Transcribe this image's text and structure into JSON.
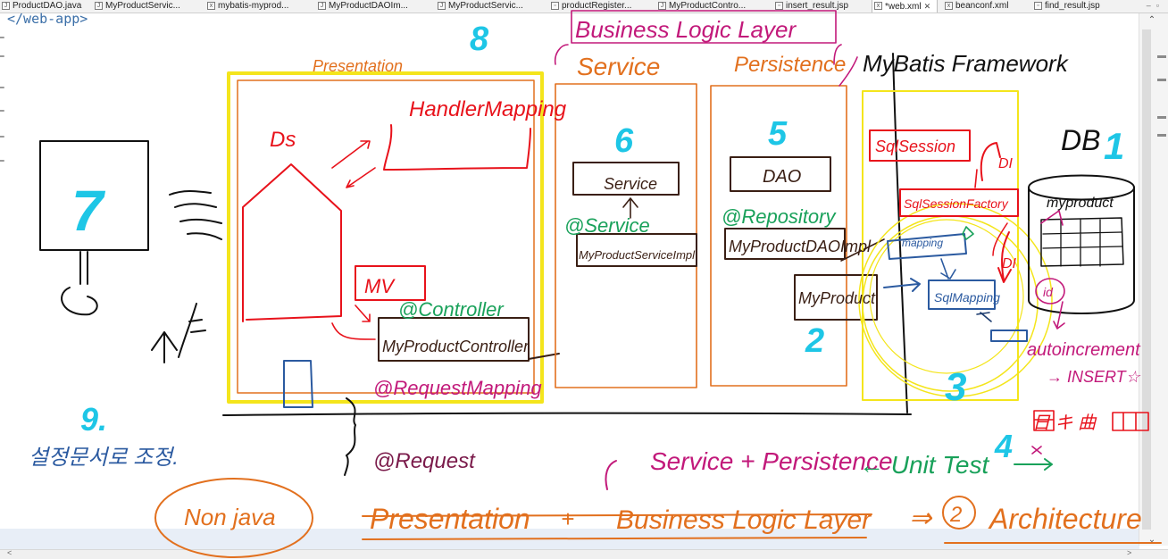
{
  "tabs": [
    {
      "label": "ProductDAO.java",
      "icon": "java-file-icon",
      "active": false
    },
    {
      "label": "MyProductServic...",
      "icon": "java-file-icon",
      "active": false
    },
    {
      "label": "mybatis-myprod...",
      "icon": "xml-file-icon",
      "active": false
    },
    {
      "label": "MyProductDAOIm...",
      "icon": "java-file-icon",
      "active": false
    },
    {
      "label": "MyProductServic...",
      "icon": "java-file-icon",
      "active": false
    },
    {
      "label": "productRegister...",
      "icon": "jsp-file-icon",
      "active": false
    },
    {
      "label": "MyProductContro...",
      "icon": "java-file-icon",
      "active": false
    },
    {
      "label": "insert_result.jsp",
      "icon": "jsp-file-icon",
      "active": false
    },
    {
      "label": "*web.xml",
      "icon": "xml-file-icon",
      "active": true,
      "close": "✕"
    },
    {
      "label": "beanconf.xml",
      "icon": "xml-file-icon",
      "active": false
    },
    {
      "label": "find_result.jsp",
      "icon": "jsp-file-icon",
      "active": false
    }
  ],
  "editor": {
    "code_line": "</web-app>"
  },
  "annotations": {
    "business_logic_layer": "Business Logic Layer",
    "presentation_top": "Presentation",
    "service_label": "Service",
    "persistence_label": "Persistence",
    "mybatis_framework": "MyBatis Framework",
    "handler_mapping": "HandlerMapping",
    "ds": "Ds",
    "mv": "MV",
    "controller_annotation": "@Controller",
    "controller_box": "MyProductController",
    "request_mapping": "@RequestMapping",
    "request_param": "@Request",
    "service_box": "Service",
    "service_annotation": "@Service",
    "service_impl_box": "MyProductServiceImpl",
    "dao_box": "DAO",
    "repository_annotation": "@Repository",
    "dao_impl_box": "MyProductDAOImpl",
    "product_box": "MyProduct",
    "sqlsession": "SqlSession",
    "sqlsession_factory": "SqlSessionFactory",
    "di_1": "DI",
    "di_2": "DI",
    "mapping": "mapping",
    "sql_mapping": "SqlMapping",
    "db": "DB",
    "db_table": "myproduct",
    "id_note": "id",
    "autoincrement": "autoincrement",
    "insert_note": "→ INSERT☆",
    "bottom_service_persistence": "Service + Persistence",
    "unit_test": "← Unit Test",
    "bottom_presentation": "Presentation",
    "plus": "+",
    "bottom_business_logic": "Business Logic Layer",
    "arrow_two": "⇒",
    "architecture": "Architecture",
    "non_java": "Non java",
    "config_korean": "설정문서로 조정.",
    "num_8": "8",
    "num_7": "7",
    "num_6": "6",
    "num_5": "5",
    "num_2": "2",
    "num_3": "3",
    "num_1": "1",
    "num_4": "4",
    "num_9": "9.",
    "circled_2": "2",
    "korean_note_right": "日 キ 曲"
  },
  "colors": {
    "red": "#e8121b",
    "orange": "#e2701e",
    "magenta": "#c2197a",
    "green": "#19a15a",
    "dark_brown": "#3a1f14",
    "cyan": "#1ec6e6",
    "yellow": "#f4e51c",
    "blue": "#2b5aa0",
    "navy": "#1b3b6e",
    "black": "#111111"
  }
}
